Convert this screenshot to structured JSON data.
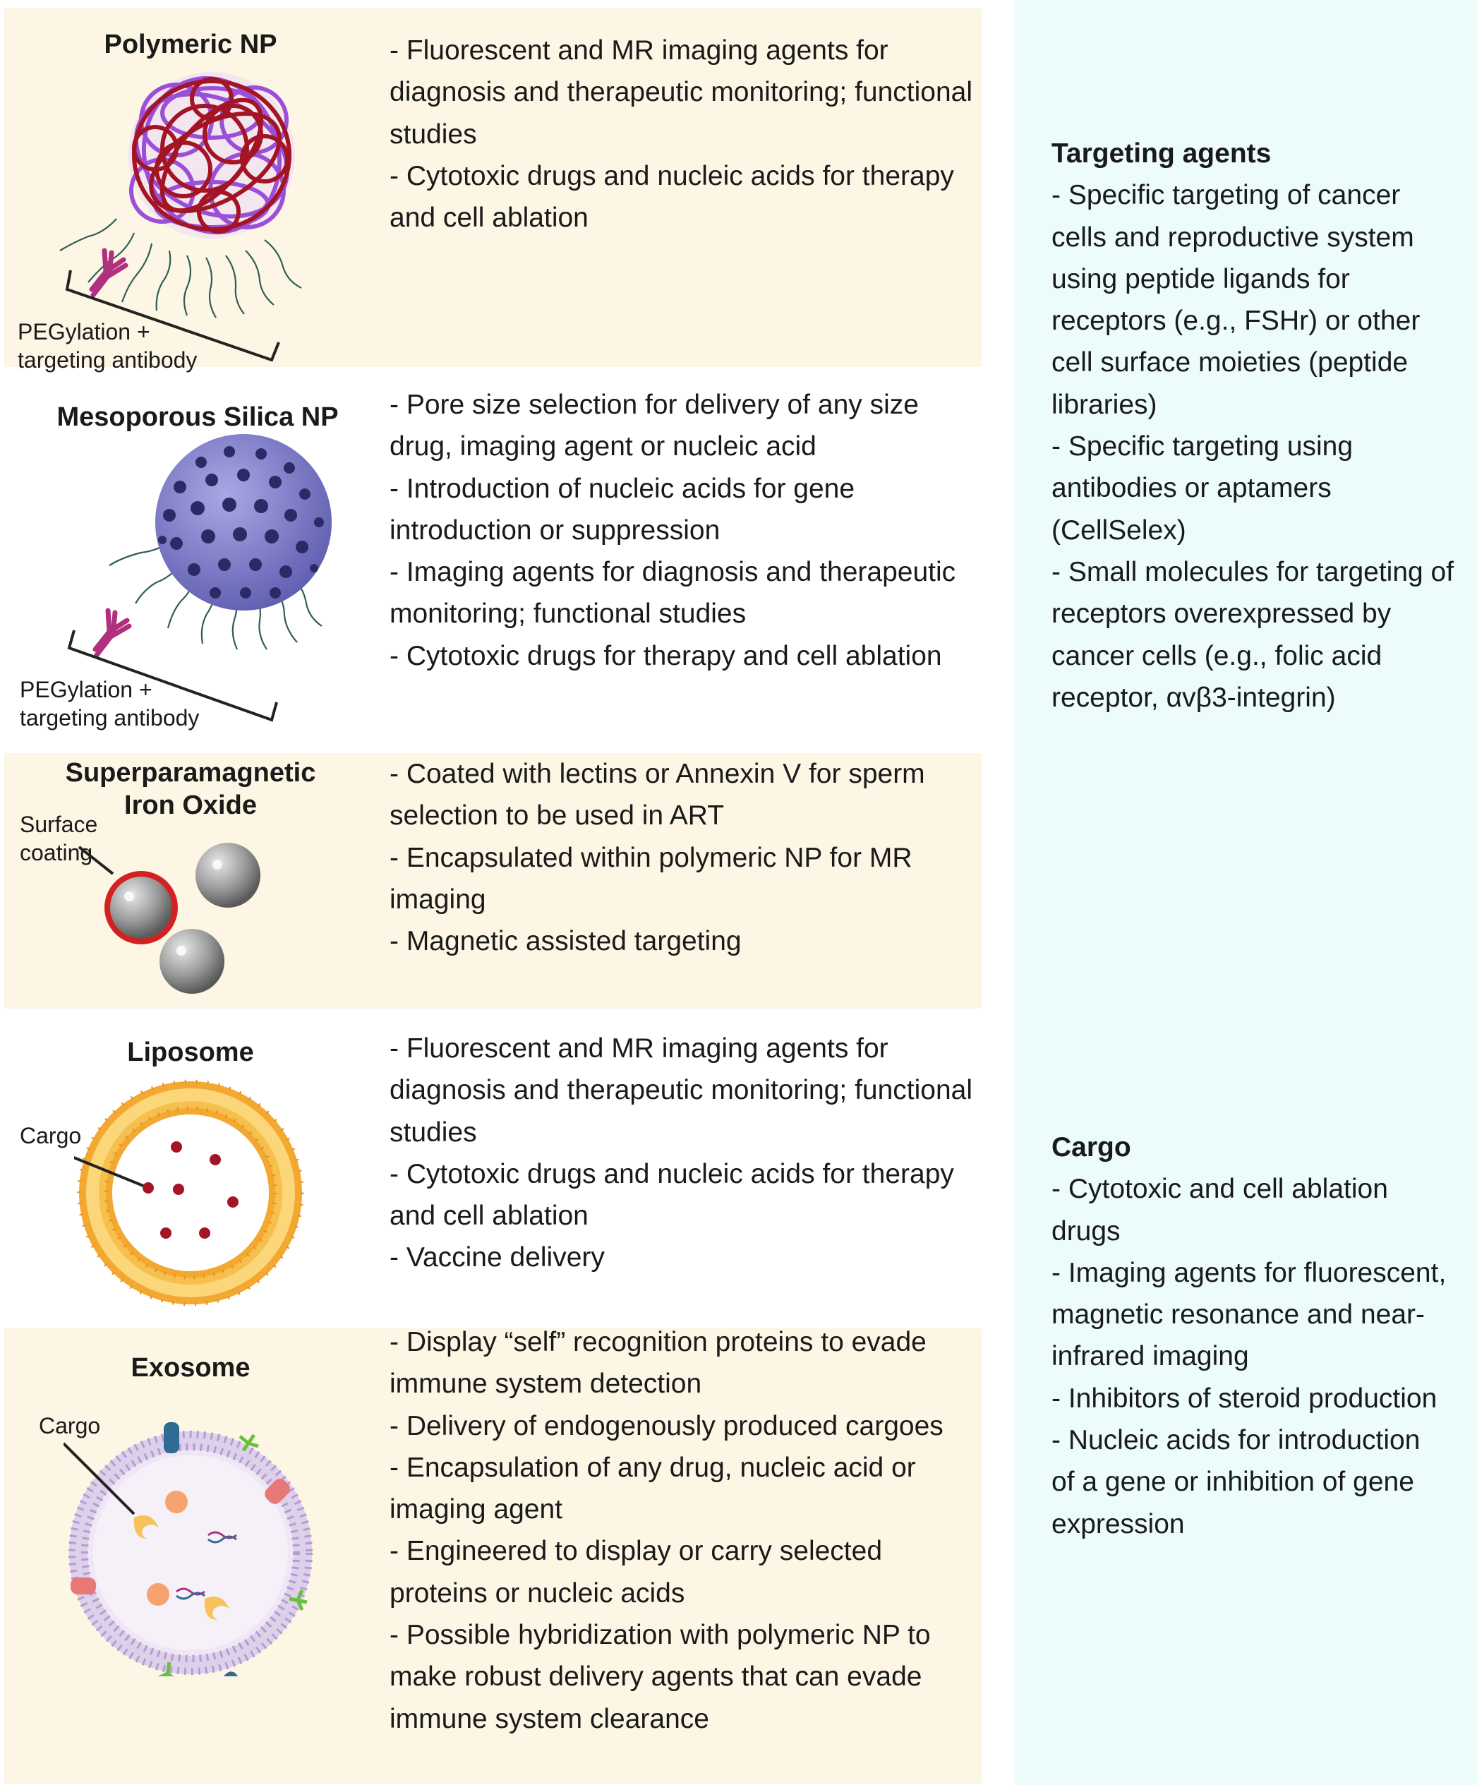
{
  "rows": [
    {
      "title": "Polymeric NP",
      "label_lines": [
        "PEGylation +",
        "targeting antibody"
      ],
      "items": [
        "- Fluorescent and MR imaging agents for diagnosis and therapeutic monitoring; functional studies",
        "- Cytotoxic drugs and nucleic acids for therapy and cell ablation"
      ]
    },
    {
      "title": "Mesoporous Silica NP",
      "label_lines": [
        "PEGylation +",
        "targeting antibody"
      ],
      "items": [
        "- Pore size selection for delivery of any size drug, imaging agent or nucleic acid",
        "- Introduction of nucleic acids for gene introduction or suppression",
        "- Imaging agents for diagnosis and therapeutic monitoring; functional studies",
        "- Cytotoxic drugs for therapy and cell ablation"
      ]
    },
    {
      "title_lines": [
        "Superparamagnetic",
        "Iron Oxide"
      ],
      "label_lines": [
        "Surface",
        "coating"
      ],
      "items": [
        "- Coated with lectins or Annexin V for sperm selection to be used in ART",
        "- Encapsulated within polymeric NP for MR imaging",
        "- Magnetic assisted targeting"
      ]
    },
    {
      "title": "Liposome",
      "label": "Cargo",
      "items": [
        "- Fluorescent and MR imaging agents for diagnosis and therapeutic monitoring; functional studies",
        "- Cytotoxic drugs and nucleic acids for therapy and cell ablation",
        "- Vaccine delivery"
      ]
    },
    {
      "title": "Exosome",
      "label": "Cargo",
      "items": [
        "- Display  “self” recognition proteins to evade immune system detection",
        "- Delivery of endogenously produced cargoes",
        "- Encapsulation of any drug, nucleic acid or imaging agent",
        "- Engineered to display or carry selected proteins or nucleic acids",
        "- Possible hybridization with polymeric NP to make robust delivery agents that can evade immune system clearance"
      ]
    }
  ],
  "targeting": {
    "heading": "Targeting agents",
    "items": [
      "- Specific targeting of cancer cells and reproductive system using peptide ligands for receptors (e.g., FSHr) or other cell surface moieties (peptide libraries)",
      "- Specific targeting using antibodies or aptamers (CellSelex)",
      "- Small molecules for targeting of receptors overexpressed by cancer cells (e.g., folic acid receptor, αvβ3-integrin)"
    ]
  },
  "cargo": {
    "heading": "Cargo",
    "items": [
      "- Cytotoxic and cell ablation drugs",
      "- Imaging agents for fluorescent, magnetic resonance and near-infrared imaging",
      "- Inhibitors of steroid production",
      "- Nucleic acids for introduction of a  gene or inhibition of gene expression"
    ]
  },
  "colors": {
    "cream_band": "#fdf6e5",
    "side_panel": "#ebfcfa",
    "antibody": "#b0307f",
    "peg_chain": "#2f5e55",
    "polymer_red": "#a31424",
    "polymer_purple": "#9b4fd8",
    "silica": "#7e7cc8",
    "iron_oxide": "#8e8e8e",
    "coating_red": "#d32020",
    "lipid_orange": "#f3a832",
    "membrane_purple": "#b69ccf"
  }
}
